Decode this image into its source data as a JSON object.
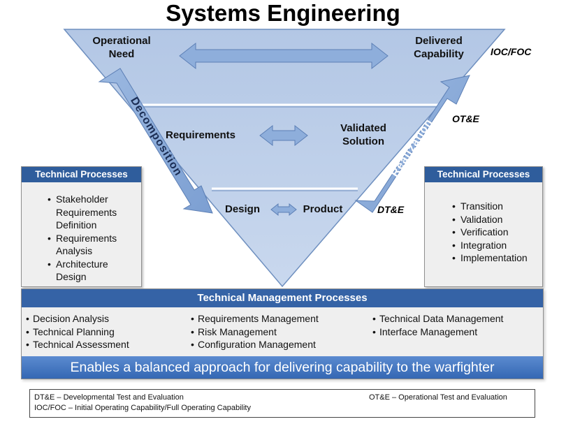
{
  "title": "Systems Engineering",
  "vee": {
    "operational_need": [
      "Operational",
      "Need"
    ],
    "delivered_capability": [
      "Delivered",
      "Capability"
    ],
    "ioc_foc": "IOC/FOC",
    "requirements": "Requirements",
    "validated_solution": [
      "Validated",
      "Solution"
    ],
    "ote": "OT&E",
    "design": "Design",
    "product": "Product",
    "dte": "DT&E",
    "decomposition": "Decomposition",
    "realization": "Realization"
  },
  "left_processes": {
    "header": "Technical Processes",
    "items": [
      [
        "Stakeholder",
        "Requirements",
        "Definition"
      ],
      [
        "Requirements",
        "Analysis"
      ],
      [
        "Architecture",
        "Design"
      ]
    ]
  },
  "right_processes": {
    "header": "Technical Processes",
    "items": [
      "Transition",
      "Validation",
      "Verification",
      "Integration",
      "Implementation"
    ]
  },
  "management": {
    "header": "Technical Management Processes",
    "columns": [
      [
        "Decision Analysis",
        "Technical Planning",
        "Technical Assessment"
      ],
      [
        "Requirements Management",
        "Risk Management",
        "Configuration Management"
      ],
      [
        "Technical Data Management",
        "Interface Management"
      ]
    ]
  },
  "banner": "Enables a balanced approach for delivering capability to the warfighter",
  "legend": {
    "dte": "DT&E – Developmental Test and Evaluation",
    "ote": "OT&E – Operational Test and Evaluation",
    "ioc": "IOC/FOC – Initial Operating Capability/Full Operating Capability"
  },
  "colors": {
    "vee_fill": "#b9cce6",
    "vee_stroke": "#6e8fbf",
    "arrow_fill": "#8eaedb",
    "header_blue": "#2f5d9c"
  }
}
